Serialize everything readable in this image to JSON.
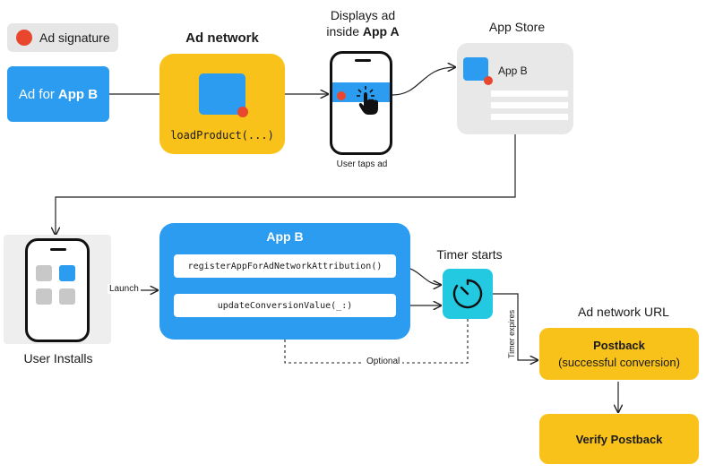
{
  "legend": {
    "label": "Ad signature"
  },
  "ad_for": {
    "prefix": "Ad for",
    "app": "App B"
  },
  "ad_network": {
    "title": "Ad network",
    "code": "loadProduct(...)"
  },
  "displays": {
    "line1": "Displays ad",
    "line2_prefix": "inside",
    "line2_app": "App A",
    "tap_label": "User taps ad"
  },
  "app_store": {
    "title": "App Store",
    "app_name": "App B"
  },
  "installs": {
    "label": "User Installs",
    "launch": "Launch"
  },
  "app_b": {
    "title": "App B",
    "method1": "registerAppForAdNetworkAttribution()",
    "method2": "updateConversionValue(_:)"
  },
  "timer": {
    "title": "Timer starts",
    "expires": "Timer expires",
    "optional": "Optional"
  },
  "ad_network_url": {
    "title": "Ad network URL"
  },
  "postback": {
    "title": "Postback",
    "subtitle": "(successful conversion)"
  },
  "verify": {
    "label": "Verify Postback"
  },
  "colors": {
    "blue": "#2b9cf0",
    "yellow": "#f8c21a",
    "red_signature": "#e8462d",
    "cyan_timer": "#22c9e0",
    "gray": "#e8e8e8"
  },
  "icons": [
    "tap-hand-icon",
    "timer-icon",
    "signature-dot-icon"
  ]
}
